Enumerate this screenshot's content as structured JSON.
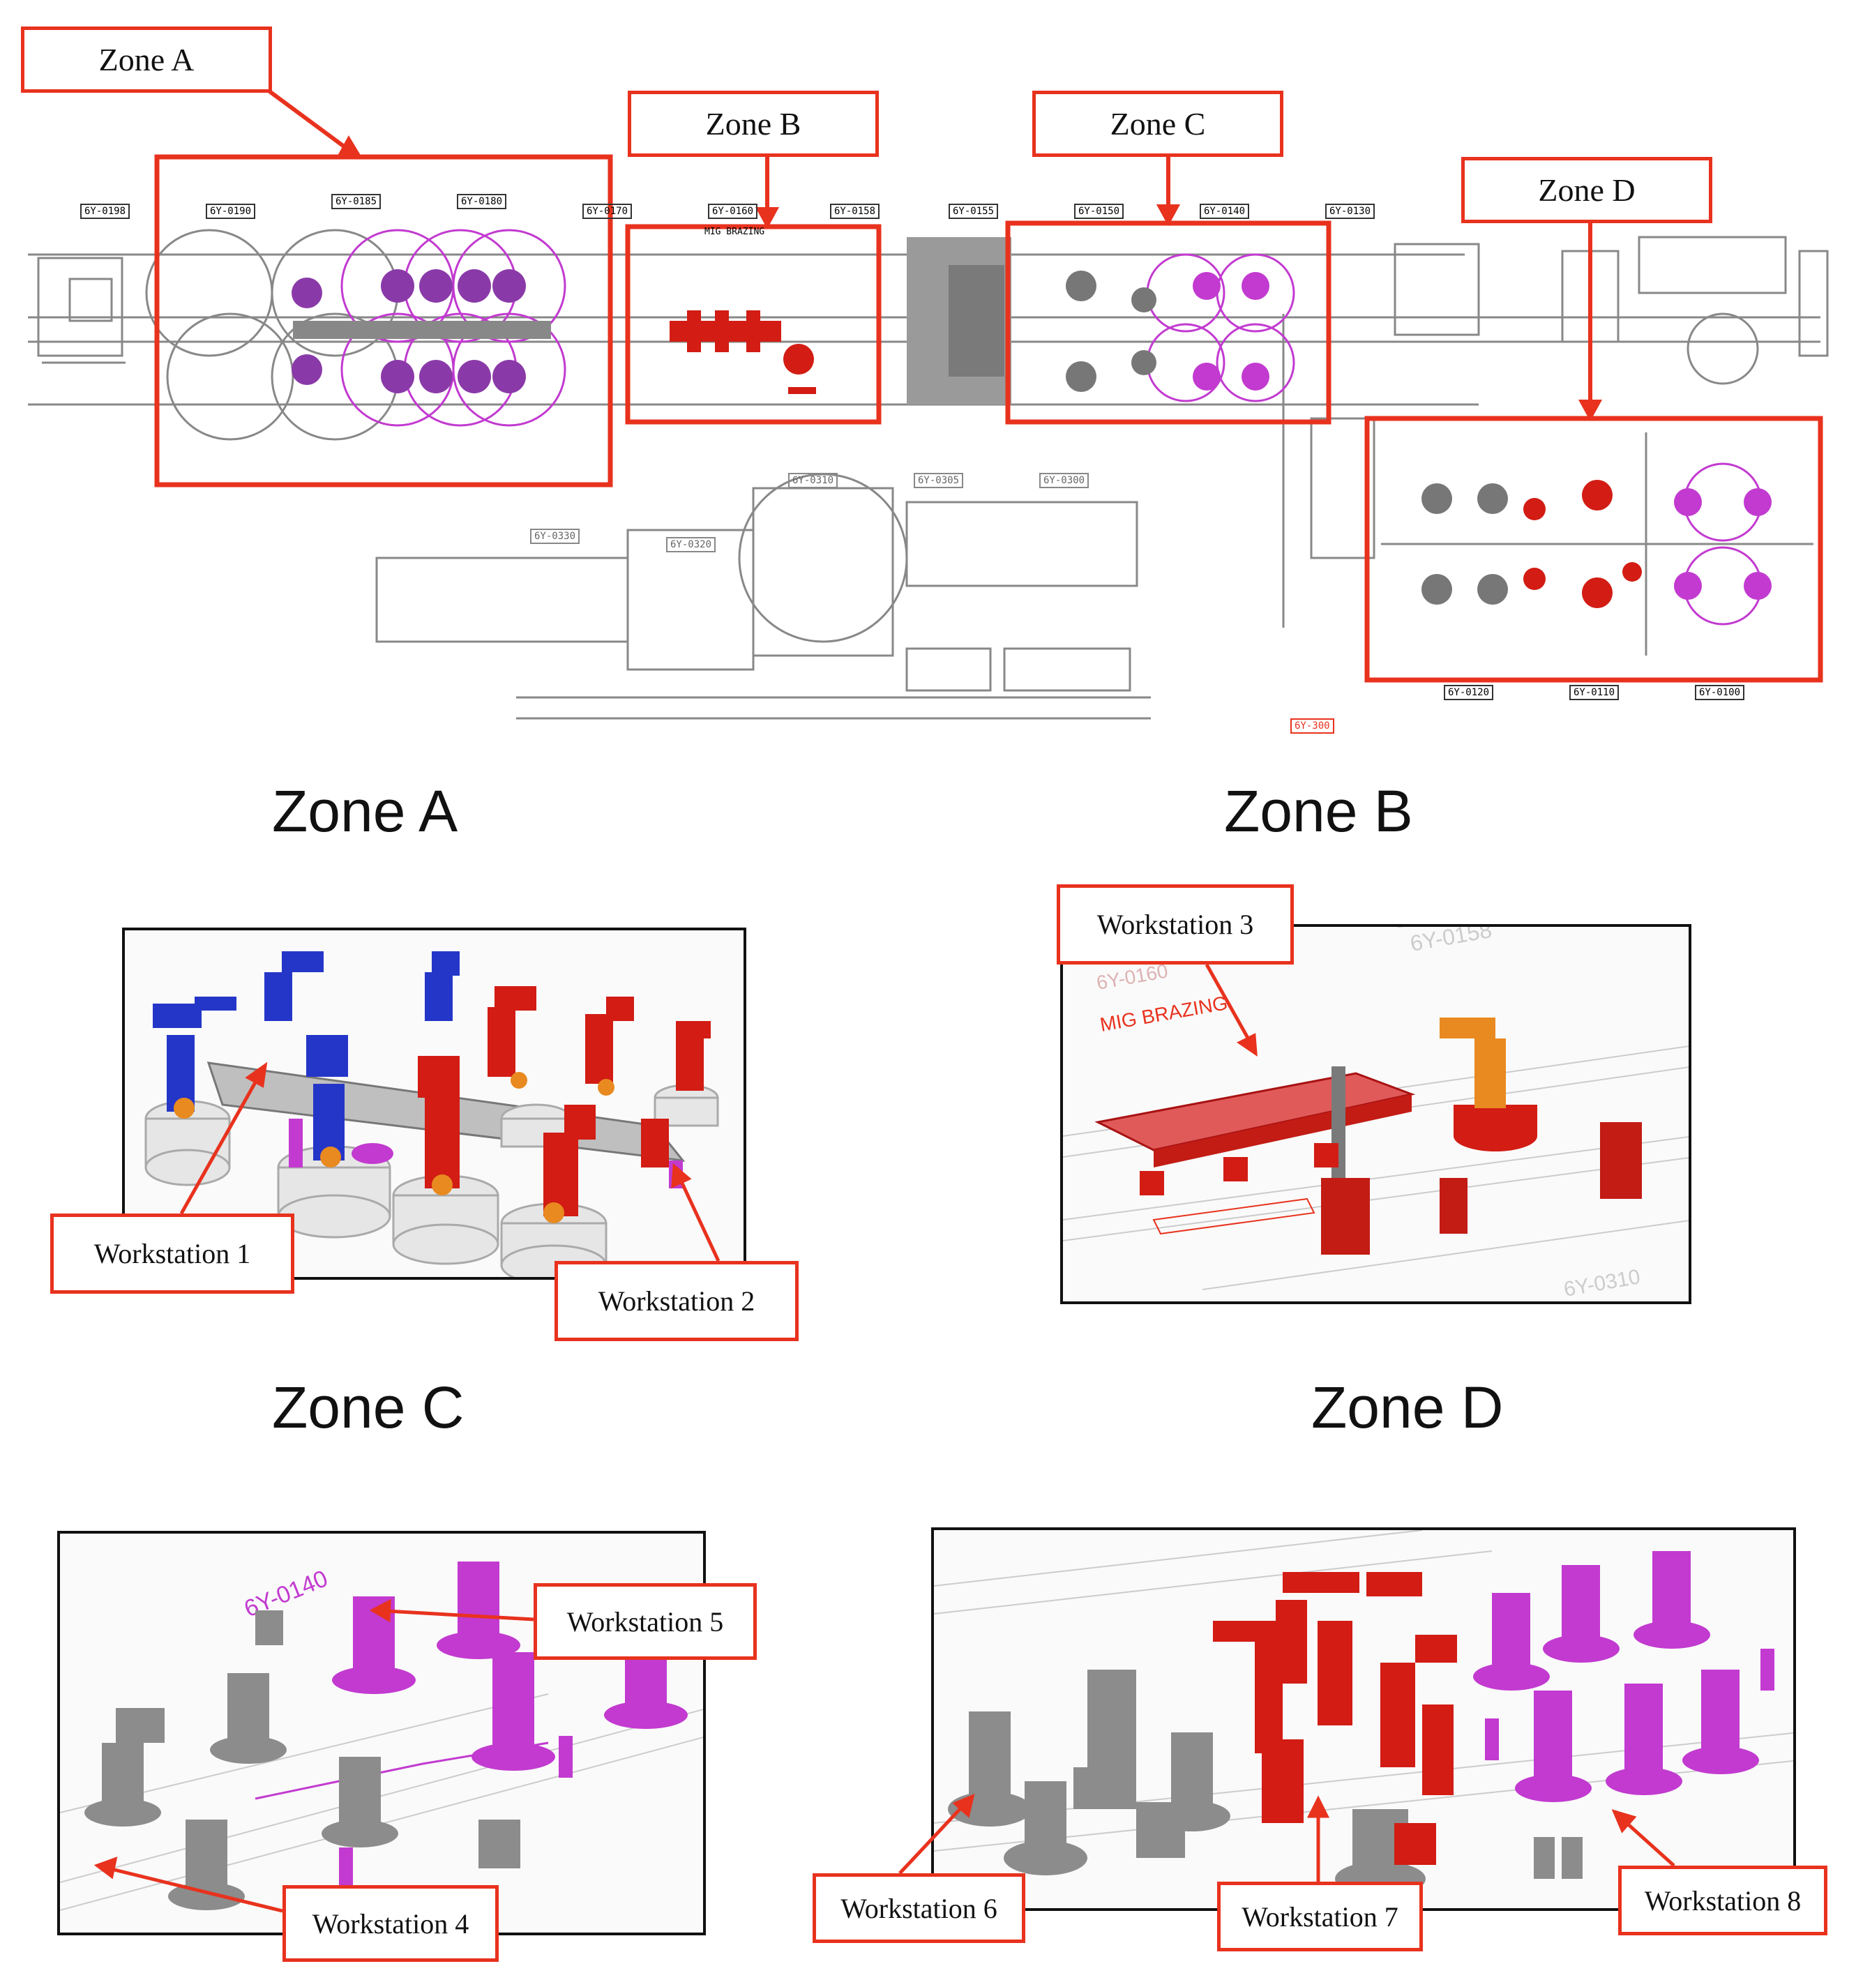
{
  "overview": {
    "zone_labels": [
      "Zone A",
      "Zone B",
      "Zone C",
      "Zone D"
    ],
    "station_tags": [
      "6Y-0198",
      "6Y-0190",
      "6Y-0185",
      "6Y-0180",
      "6Y-0170",
      "6Y-0160",
      "6Y-0158",
      "6Y-0155",
      "6Y-0150",
      "6Y-0140",
      "6Y-0130",
      "6Y-0120",
      "6Y-0110",
      "6Y-0100",
      "6Y-0310",
      "6Y-0300",
      "6Y-0305",
      "6Y-0330",
      "6Y-0320"
    ],
    "mig_text": "MIG BRAZING",
    "footer_tag": "6Y-300"
  },
  "zones": {
    "a": {
      "heading": "Zone A",
      "callouts": [
        "Workstation 1",
        "Workstation 2"
      ]
    },
    "b": {
      "heading": "Zone B",
      "callouts": [
        "Workstation 3"
      ],
      "drawing_text": [
        "6Y-0160",
        "MIG BRAZING",
        "6Y-0158",
        "6Y-0310"
      ]
    },
    "c": {
      "heading": "Zone C",
      "callouts": [
        "Workstation 4",
        "Workstation 5"
      ],
      "drawing_text": [
        "6Y-0140"
      ]
    },
    "d": {
      "heading": "Zone D",
      "callouts": [
        "Workstation 6",
        "Workstation 7",
        "Workstation 8"
      ]
    }
  },
  "colors": {
    "callout_border": "#e8321e",
    "robot_blue": "#2436c8",
    "robot_orange": "#e88a20",
    "robot_red": "#d21c14",
    "robot_magenta": "#c23ad0",
    "robot_grey": "#8c8c8c"
  }
}
